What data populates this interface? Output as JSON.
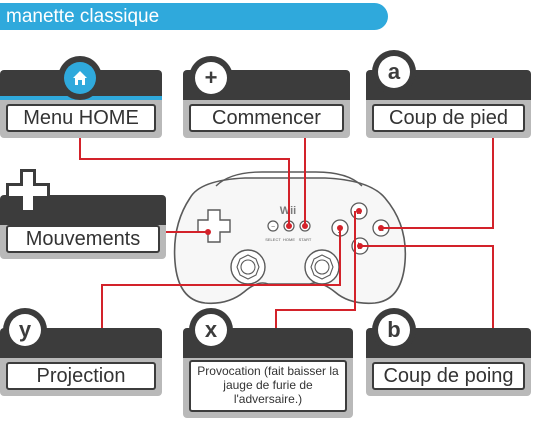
{
  "header": {
    "title": "manette classique"
  },
  "controller": {
    "brand": "Wii",
    "button_labels": {
      "select": "SELECT",
      "home": "HOME",
      "start": "START"
    }
  },
  "cards": {
    "home": {
      "symbol": "",
      "label": "Menu HOME"
    },
    "start": {
      "symbol": "+",
      "label": "Commencer"
    },
    "a": {
      "symbol": "a",
      "label": "Coup de pied"
    },
    "dpad": {
      "symbol": "",
      "label": "Mouvements"
    },
    "y": {
      "symbol": "y",
      "label": "Projection"
    },
    "x": {
      "symbol": "x",
      "label": "Provocation (fait baisser la jauge de furie de l'adversaire.)"
    },
    "b": {
      "symbol": "b",
      "label": "Coup de poing"
    }
  },
  "buttons": {
    "a": "a",
    "b": "b",
    "x": "x",
    "y": "y"
  },
  "colors": {
    "accent": "#2fa9dc",
    "line": "#d3222a",
    "card_dark": "#3c3c3c",
    "card_bg": "#b9b9b9"
  }
}
